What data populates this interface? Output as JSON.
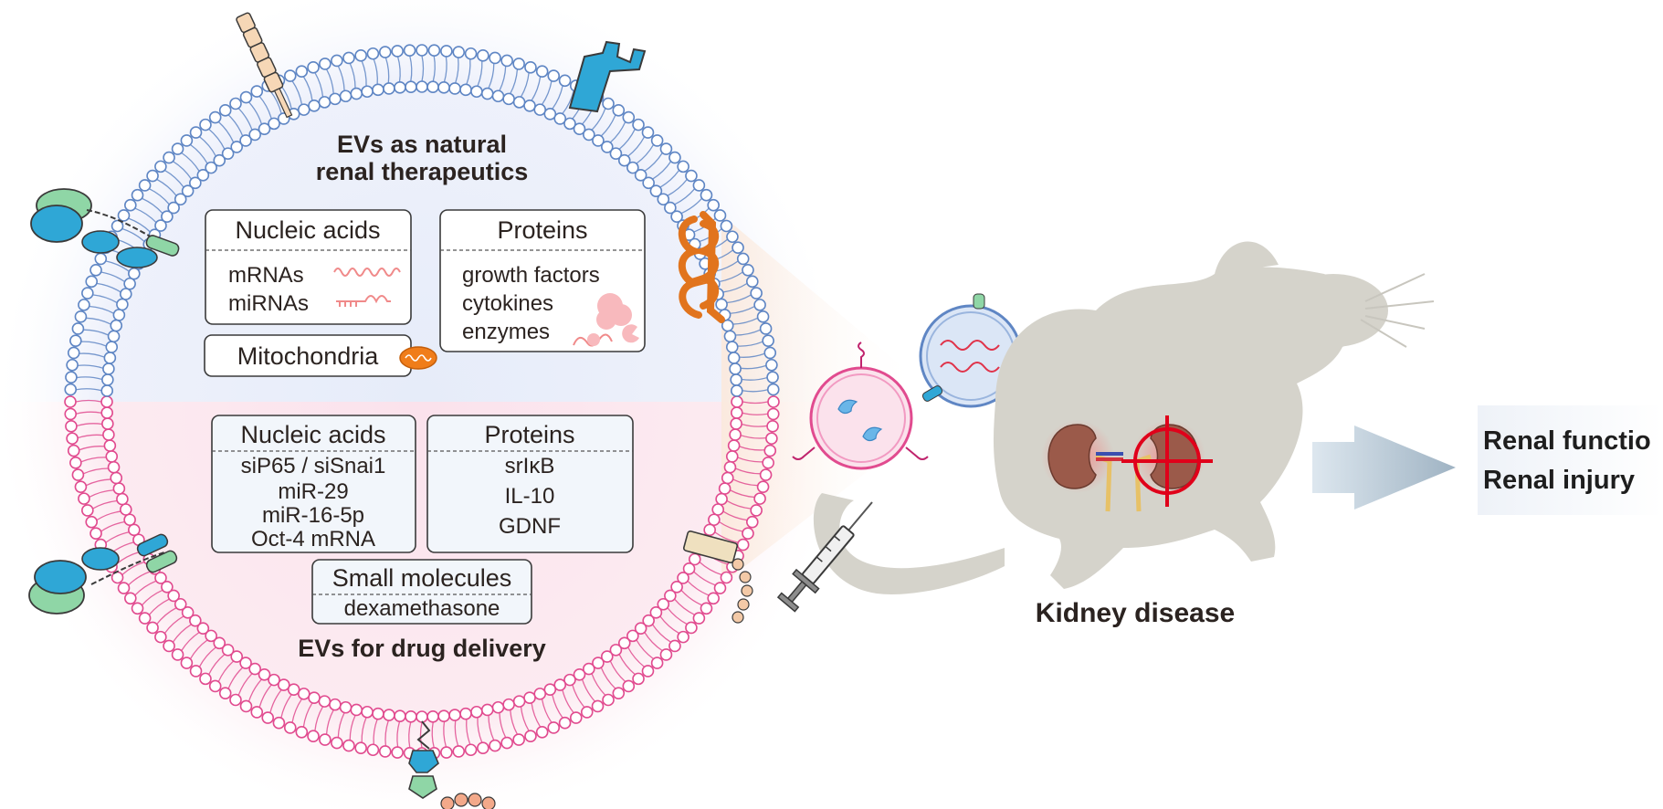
{
  "top_section": {
    "title_line1": "EVs as natural",
    "title_line2": "renal therapeutics",
    "nucleic_acids": {
      "title": "Nucleic acids",
      "items": [
        "mRNAs",
        "miRNAs"
      ]
    },
    "proteins": {
      "title": "Proteins",
      "items": [
        "growth factors",
        "cytokines",
        "enzymes"
      ]
    },
    "mitochondria": {
      "title": "Mitochondria"
    }
  },
  "bottom_section": {
    "title": "EVs for drug delivery",
    "nucleic_acids": {
      "title": "Nucleic acids",
      "items": [
        "siP65 / siSnai1",
        "miR-29",
        "miR-16-5p",
        "Oct-4 mRNA"
      ]
    },
    "proteins": {
      "title": "Proteins",
      "items": [
        "srIκB",
        "IL-10",
        "GDNF"
      ]
    },
    "small_molecules": {
      "title": "Small molecules",
      "items": [
        "dexamethasone"
      ]
    }
  },
  "mouse_label": "Kidney disease",
  "results": {
    "line1": "Renal functio",
    "line2": "Renal injury"
  },
  "colors": {
    "membrane_top": "#5f86c4",
    "membrane_bottom": "#e14b8f",
    "top_bg": "#e6ecf9",
    "bottom_bg": "#fbe2ec",
    "mouse": "#d5d3cb",
    "arrow": "#9fb3c3",
    "target": "#e0001a",
    "mitochondria": "#f07d1a"
  }
}
